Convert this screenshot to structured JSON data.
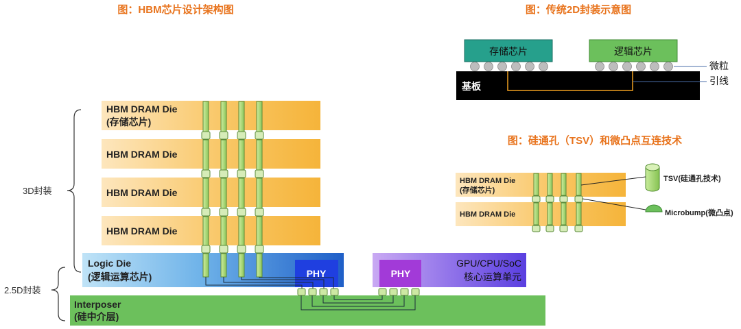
{
  "titles": {
    "main": "图：HBM芯片设计架构图",
    "traditional": "图：传统2D封装示意图",
    "tsv": "图：硅通孔（TSV）和微凸点互连技术"
  },
  "main_diagram": {
    "dram_die_top_line1": "HBM DRAM Die",
    "dram_die_top_line2": "(存储芯片)",
    "dram_die": "HBM DRAM Die",
    "logic_die_line1": "Logic Die",
    "logic_die_line2": "(逻辑运算芯片)",
    "phy": "PHY",
    "gpu_line1": "GPU/CPU/SoC",
    "gpu_line2": "核心运算单元",
    "interposer_line1": "Interposer",
    "interposer_line2": "(硅中介层)",
    "label_3d": "3D封装",
    "label_25d": "2.5D封装",
    "colors": {
      "dram": "#f6b73c",
      "logic_die": "#2f7fd6",
      "phy_hbm": "#1f3fe0",
      "phy_gpu": "#9b35d6",
      "interposer": "#6cc05c",
      "tsv": "#a6d96a"
    }
  },
  "traditional_diagram": {
    "memory_chip": "存储芯片",
    "logic_chip": "逻辑芯片",
    "substrate": "基板",
    "microbump": "微粒",
    "wire": "引线"
  },
  "tsv_diagram": {
    "die_top_line1": "HBM DRAM Die",
    "die_top_line2": "(存储芯片)",
    "die_bottom": "HBM DRAM Die",
    "tsv_label": "TSV(硅通孔技术)",
    "microbump_label": "Microbump(微凸点)"
  }
}
